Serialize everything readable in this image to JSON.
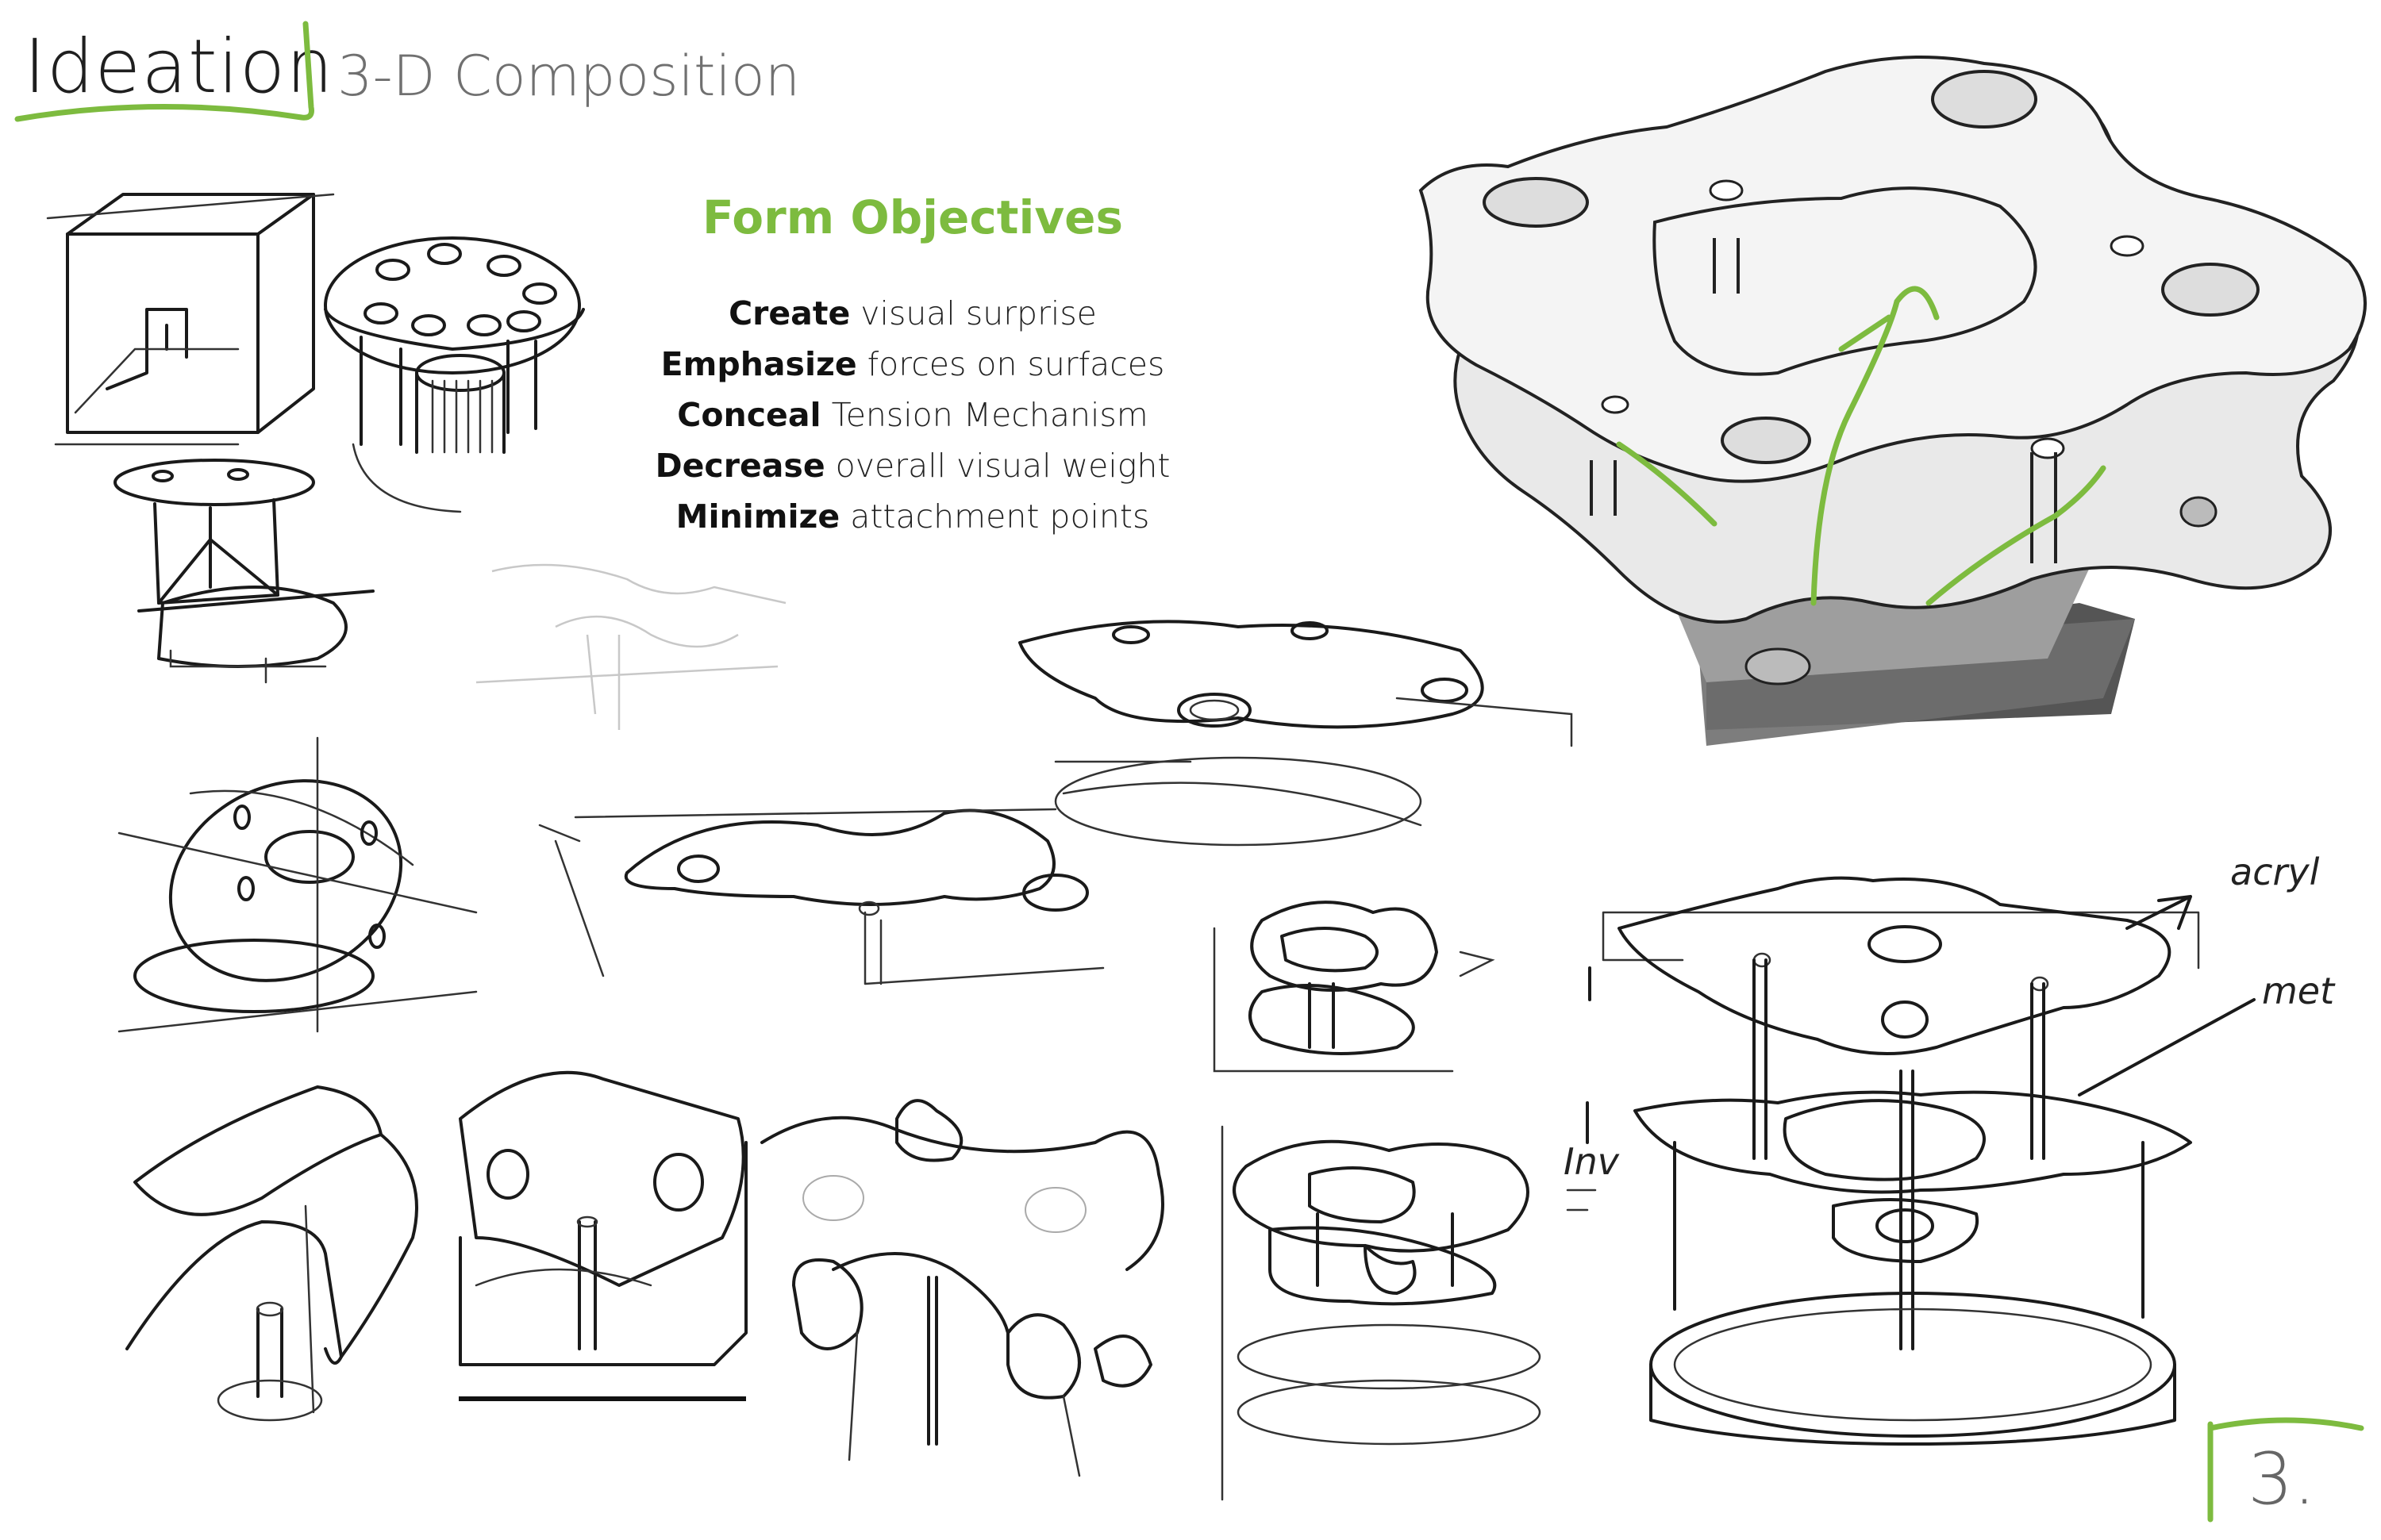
{
  "header": {
    "title": "Ideation",
    "subtitle": "3-D Composition"
  },
  "objectives": {
    "heading": "Form Objectives",
    "items": [
      {
        "bold": "Create",
        "rest": " visual surprise"
      },
      {
        "bold": "Emphasize",
        "rest": " forces on surfaces"
      },
      {
        "bold": "Conceal",
        "rest": " Tension Mechanism"
      },
      {
        "bold": "Decrease",
        "rest": " overall visual weight"
      },
      {
        "bold": "Minimize",
        "rest": " attachment points"
      }
    ]
  },
  "annotations": {
    "note_top": "acryl",
    "note_mid": "met",
    "note_small": "Inv"
  },
  "footer": {
    "page_number": "3."
  },
  "colors": {
    "accent_green": "#7dbb3f",
    "ink": "#1a1a1a",
    "render_gray": "#9e9e9e"
  }
}
